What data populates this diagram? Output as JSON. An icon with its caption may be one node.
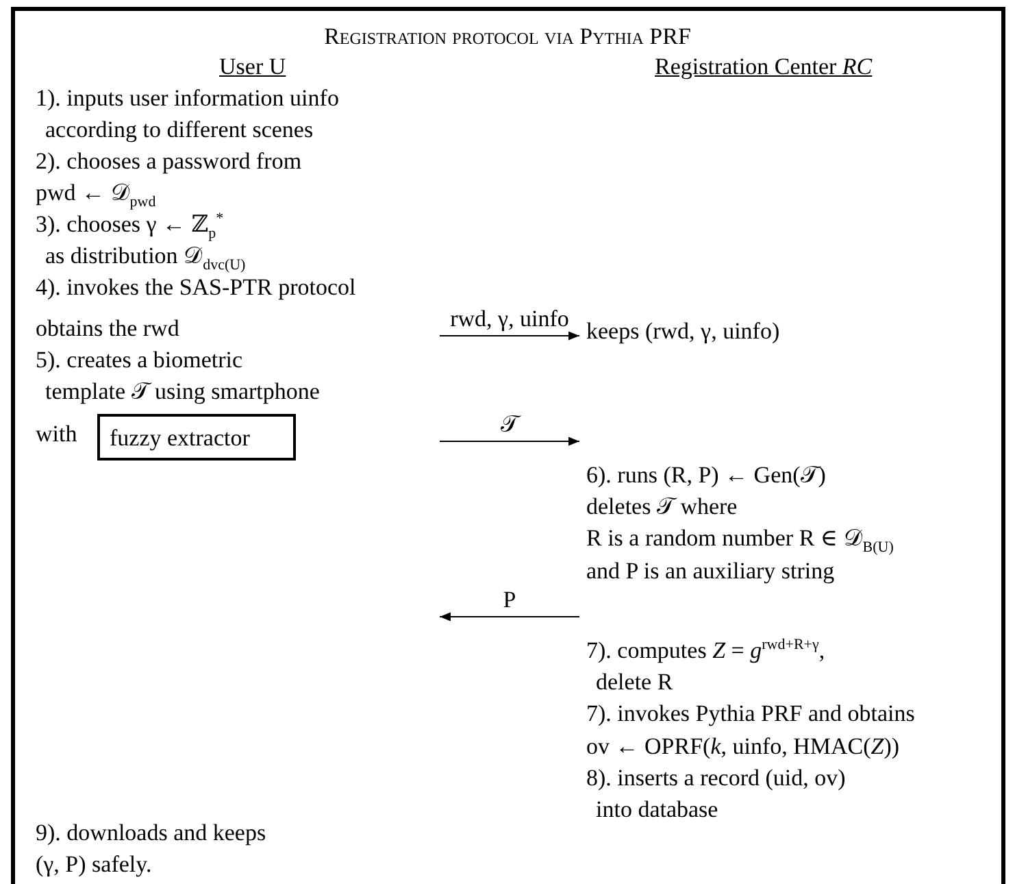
{
  "diagram": {
    "title": "Registration protocol via Pythia PRF",
    "nodes": [
      {
        "text": [
          "fuzzy extractor"
        ]
      },
      {
        "text": [
          "keeps (rwd, γ, uinfo)"
        ]
      },
      {
        "text": [
          "6). runs (R, P) ← Gen(𝒯)",
          "deletes 𝒯 where",
          "R is a random number R ∈ 𝒟$_{B(U)}$",
          "and P is an auxiliary string"
        ]
      },
      {
        "text": [
          "7). computes *Z* = *g*$^{rwd+R+γ}$,",
          "delete R",
          "7). invokes Pythia PRF and obtains",
          "ov ← OPRF(*k*, uinfo, HMAC(*Z*))",
          "8). inserts a record (uid, ov)",
          "into database"
        ]
      }
    ],
    "edges": [
      {
        "from": null,
        "to": 1,
        "arrow": "to",
        "label": "rwd, γ, uinfo"
      },
      {
        "from": null,
        "to": 2,
        "arrow": "to",
        "label": "𝒯"
      },
      {
        "from": 3,
        "to": null,
        "arrow": "to",
        "label": "P"
      }
    ],
    "labels": [
      "User U",
      "Registration Center *RC*",
      "1). inputs user information uinfo",
      "according to different scenes",
      "2). chooses a password from",
      "pwd ← 𝒟$_{pwd}$",
      "3). chooses γ ← ℤ$_{p}$$^{*}$",
      "as distribution 𝒟$_{dvc(U)}$",
      "4). invokes the SAS-PTR protocol",
      "obtains the rwd",
      "5). creates a biometric",
      "template 𝒯 using smartphone",
      "with",
      "9). downloads and keeps",
      "(γ, P) safely."
    ]
  }
}
